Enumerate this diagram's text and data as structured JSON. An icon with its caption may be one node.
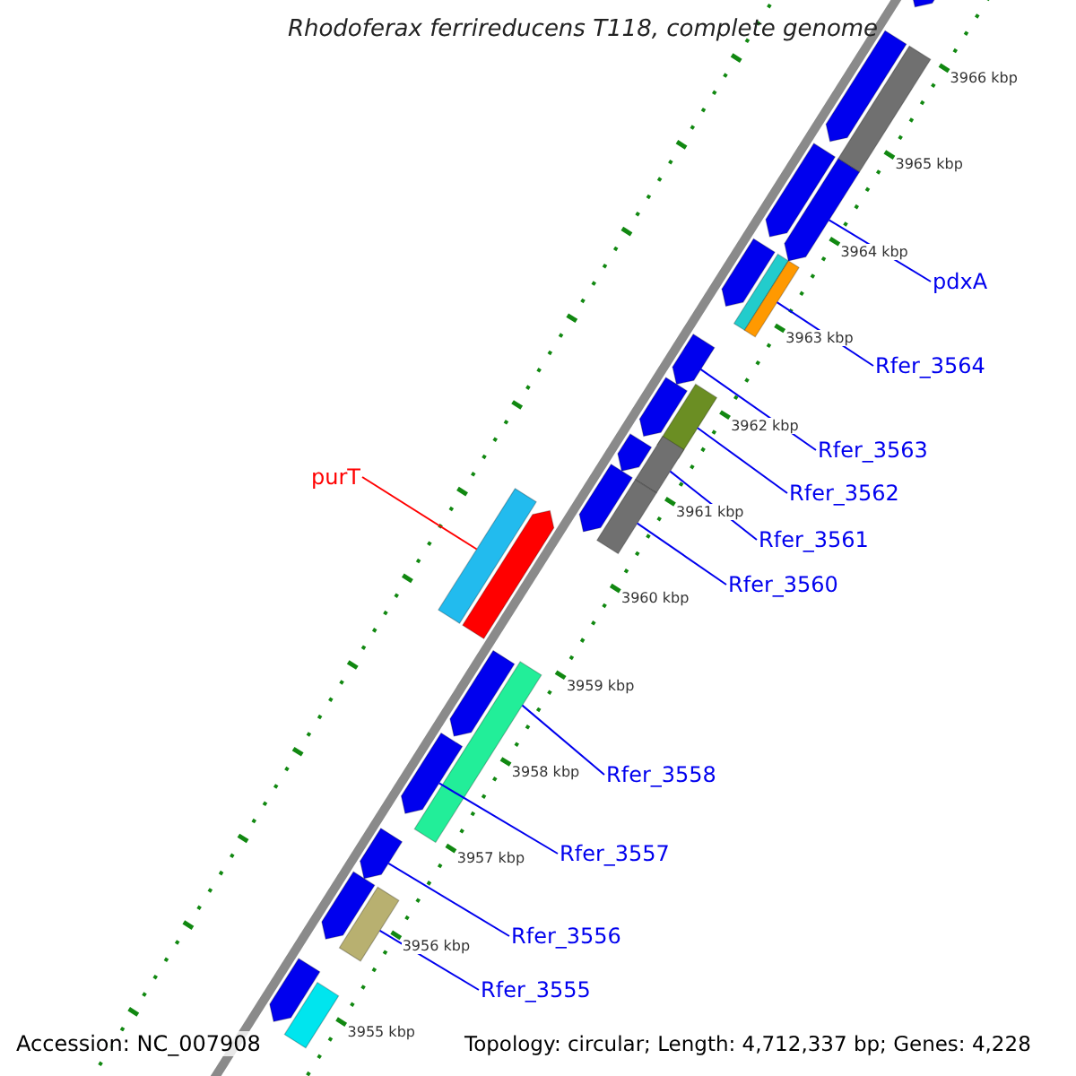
{
  "diagram": {
    "title": "Rhodoferax ferrireducens T118, complete genome",
    "nodes": [
      {
        "text": [
          "pdxA"
        ]
      },
      {
        "text": [
          "Rfer_3564"
        ]
      },
      {
        "text": [
          "Rfer_3563"
        ]
      },
      {
        "text": [
          "Rfer_3562"
        ]
      },
      {
        "text": [
          "purT"
        ]
      },
      {
        "text": [
          "Rfer_3561"
        ]
      },
      {
        "text": [
          "Rfer_3560"
        ]
      },
      {
        "text": [
          "Rfer_3558"
        ]
      },
      {
        "text": [
          "Rfer_3557"
        ]
      },
      {
        "text": [
          "Rfer_3556"
        ]
      },
      {
        "text": [
          "Rfer_3555"
        ]
      },
      {
        "text": [],
        "shape": "bar"
      },
      {
        "text": [],
        "shape": "bar"
      },
      {
        "text": [],
        "shape": "bar"
      },
      {
        "text": [],
        "shape": "bar"
      },
      {
        "text": [],
        "shape": "bar"
      },
      {
        "text": [],
        "shape": "bar"
      },
      {
        "text": [],
        "shape": "bar"
      },
      {
        "text": [],
        "shape": "bar"
      },
      {
        "text": [],
        "shape": "bar"
      },
      {
        "text": [],
        "shape": "bar"
      },
      {
        "text": [],
        "shape": "bar"
      },
      {
        "text": [],
        "shape": "bar"
      },
      {
        "text": [],
        "shape": "bar"
      },
      {
        "text": [],
        "shape": "bar"
      },
      {
        "text": [],
        "shape": "bar"
      },
      {
        "text": [],
        "shape": "bar"
      },
      {
        "text": [],
        "shape": "bar"
      },
      {
        "text": [],
        "shape": "bar"
      },
      {
        "text": [],
        "shape": "bar"
      },
      {
        "text": [],
        "shape": "bar"
      },
      {
        "text": [],
        "shape": "bar"
      },
      {
        "text": [],
        "shape": "bar"
      },
      {
        "text": [],
        "shape": "bar"
      },
      {
        "text": [],
        "shape": "bar"
      },
      {
        "text": [],
        "shape": "bar"
      }
    ],
    "edges": [
      {
        "from": 0,
        "to": 15,
        "arrow": "none"
      },
      {
        "from": 1,
        "to": 18,
        "arrow": "none"
      },
      {
        "from": 2,
        "to": 19,
        "arrow": "none"
      },
      {
        "from": 3,
        "to": 21,
        "arrow": "none"
      },
      {
        "from": 4,
        "to": 26,
        "arrow": "none",
        "color": "#ff0000"
      },
      {
        "from": 5,
        "to": 23,
        "arrow": "none"
      },
      {
        "from": 6,
        "to": 25,
        "arrow": "none"
      },
      {
        "from": 7,
        "to": 29,
        "arrow": "none"
      },
      {
        "from": 8,
        "to": 30,
        "arrow": "none"
      },
      {
        "from": 9,
        "to": 31,
        "arrow": "none"
      },
      {
        "from": 10,
        "to": 33,
        "arrow": "none"
      }
    ],
    "labels": [
      "3966 kbp",
      "3965 kbp",
      "3964 kbp",
      "3963 kbp",
      "3962 kbp",
      "3961 kbp",
      "3960 kbp",
      "3959 kbp",
      "3958 kbp",
      "3957 kbp",
      "3956 kbp",
      "3955 kbp",
      "Accession: NC_007908",
      "Topology: circular; Length: 4,712,337 bp; Genes: 4,228"
    ]
  }
}
